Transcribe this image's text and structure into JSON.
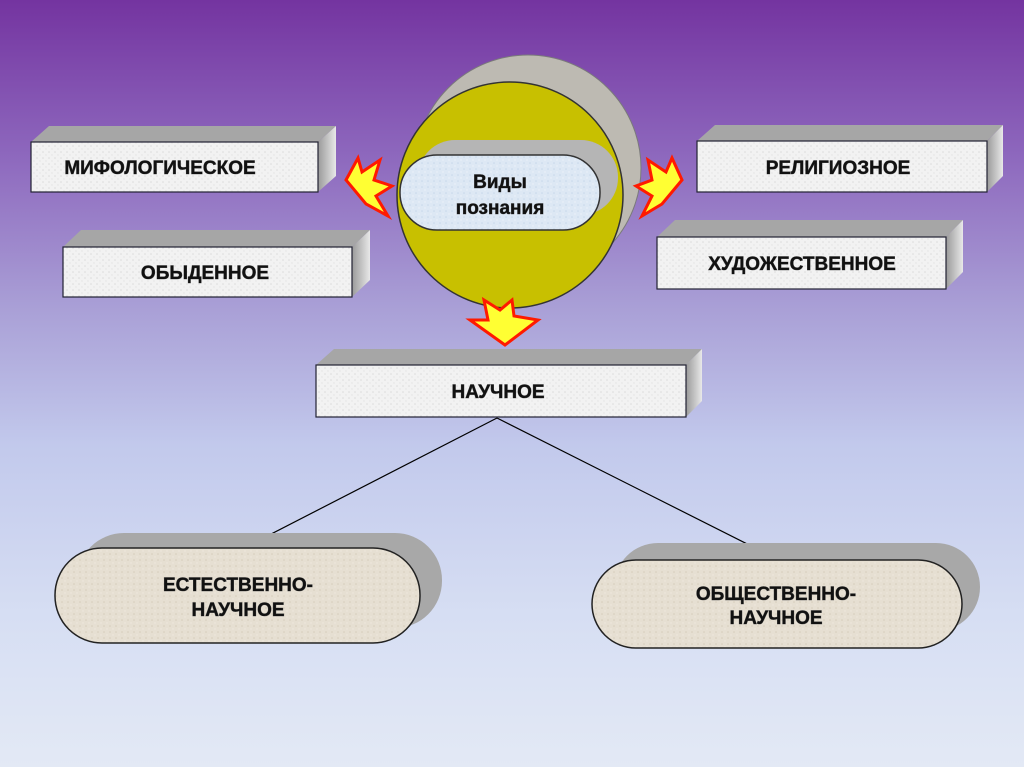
{
  "center": {
    "line1": "Виды",
    "line2": "познания"
  },
  "types": {
    "mythological": "МИФОЛОГИЧЕСКОЕ",
    "everyday": "ОБЫДЕННОЕ",
    "religious": "РЕЛИГИОЗНОЕ",
    "artistic": "ХУДОЖЕСТВЕННОЕ",
    "scientific": "НАУЧНОЕ"
  },
  "branches": {
    "natural": {
      "line1": "ЕСТЕСТВЕННО-",
      "line2": "НАУЧНОЕ"
    },
    "social": {
      "line1": "ОБЩЕСТВЕННО-",
      "line2": "НАУЧНОЕ"
    }
  },
  "colors": {
    "circle": "#c8c000",
    "arrow_fill": "#ffff33",
    "arrow_stroke": "#ff1a00",
    "box": "#f1f1f1",
    "pill": "#e6dfd2"
  }
}
